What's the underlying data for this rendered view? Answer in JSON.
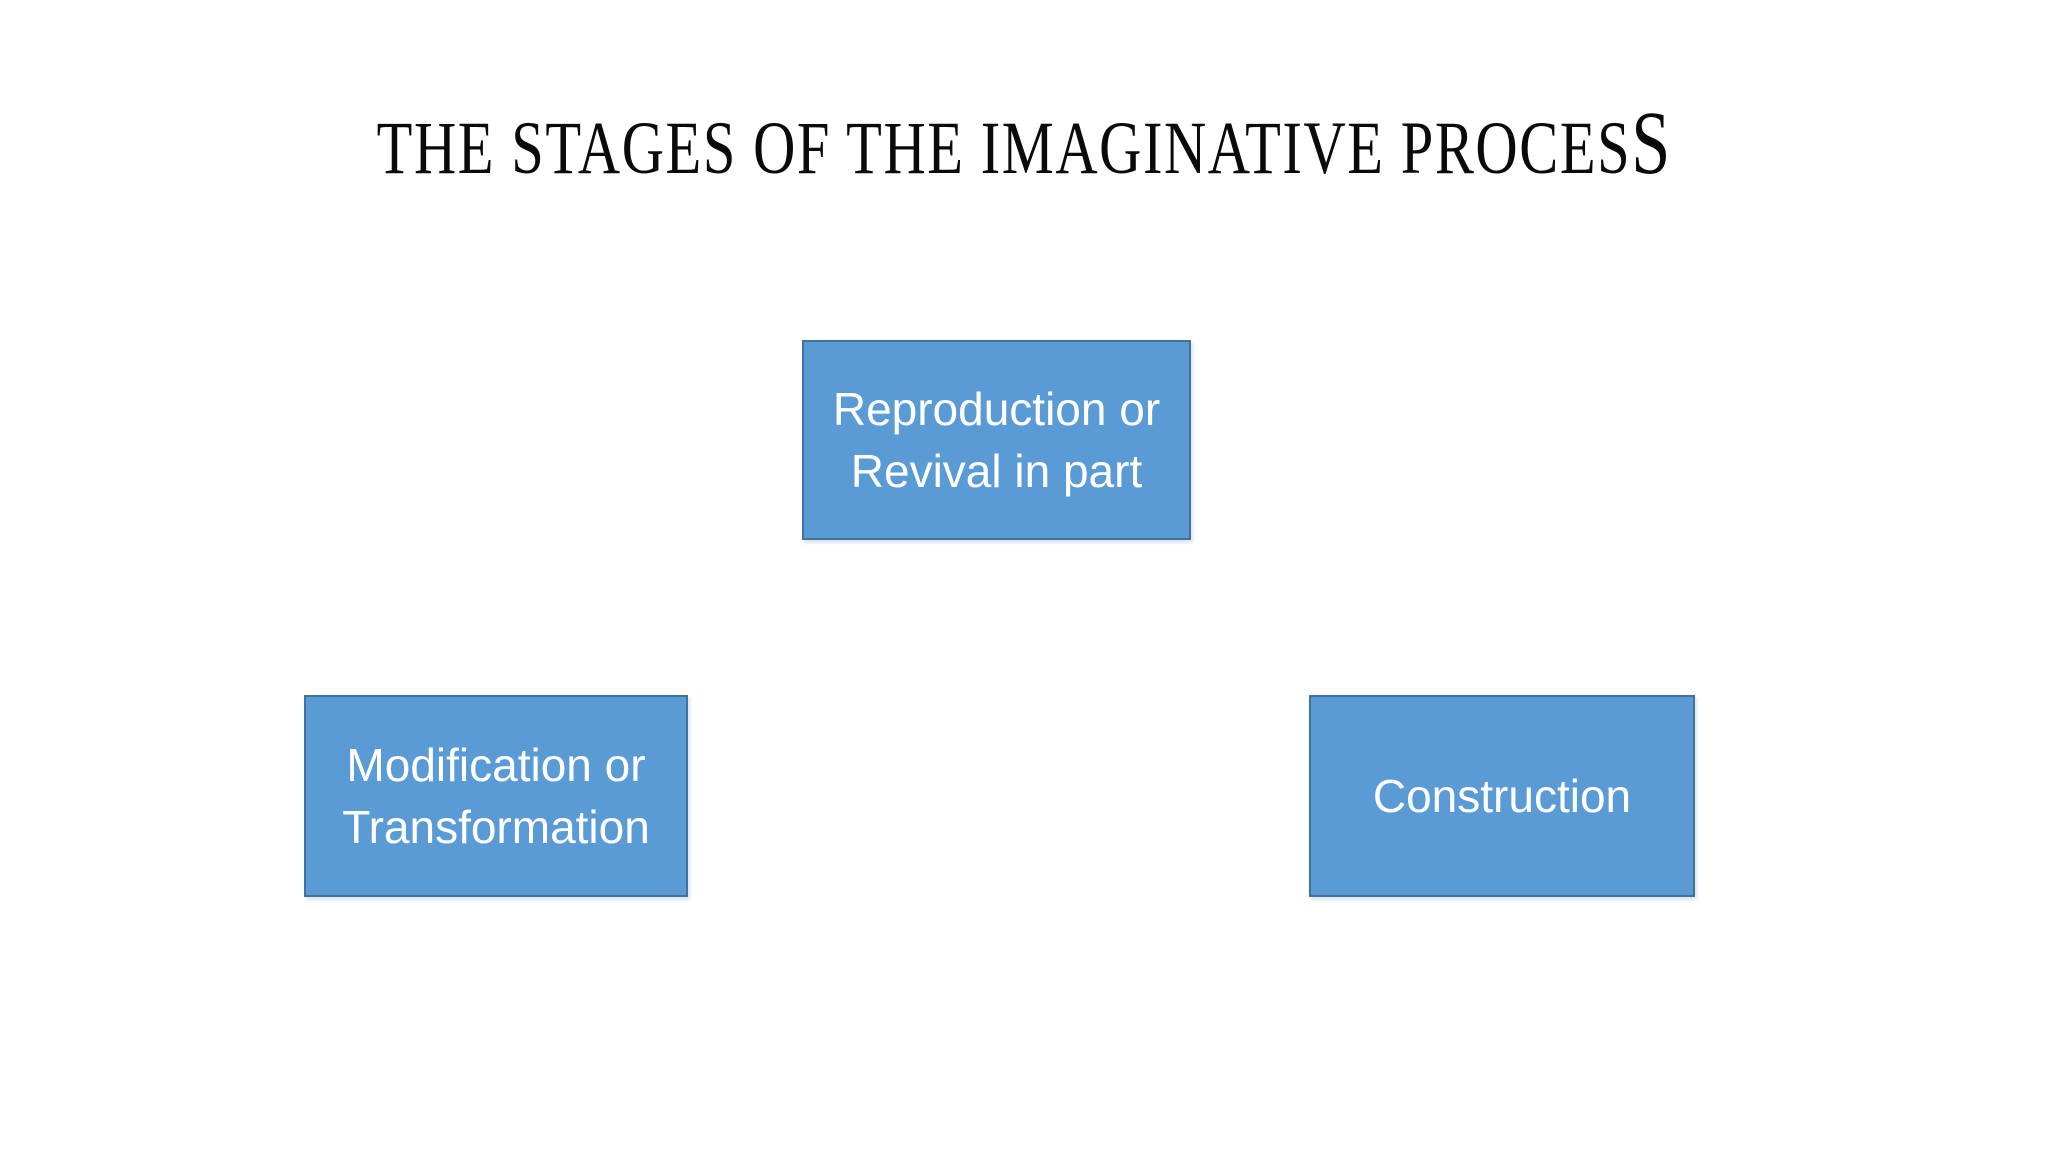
{
  "slide": {
    "background_color": "#FFFFFF",
    "title": {
      "full_text": "THE STAGES OF THE IMAGINATIVE PROCESS",
      "leading": "THE STAGES OF THE IMAGINATIVE PROCES",
      "trailing_capital": "S",
      "text_color": "#000000"
    },
    "boxes": [
      {
        "label": "Reproduction or Revival in part",
        "line1": "Reproduction or",
        "line2": "Revival in part"
      },
      {
        "label": "Modification or Transformation",
        "line1": "Modification or",
        "line2": "Transformation"
      },
      {
        "label": "Construction",
        "line1": "Construction",
        "line2": ""
      }
    ],
    "colors": {
      "box_fill": "#5B9BD5",
      "box_border": "#41719C",
      "box_text": "#FFFFFF"
    }
  }
}
